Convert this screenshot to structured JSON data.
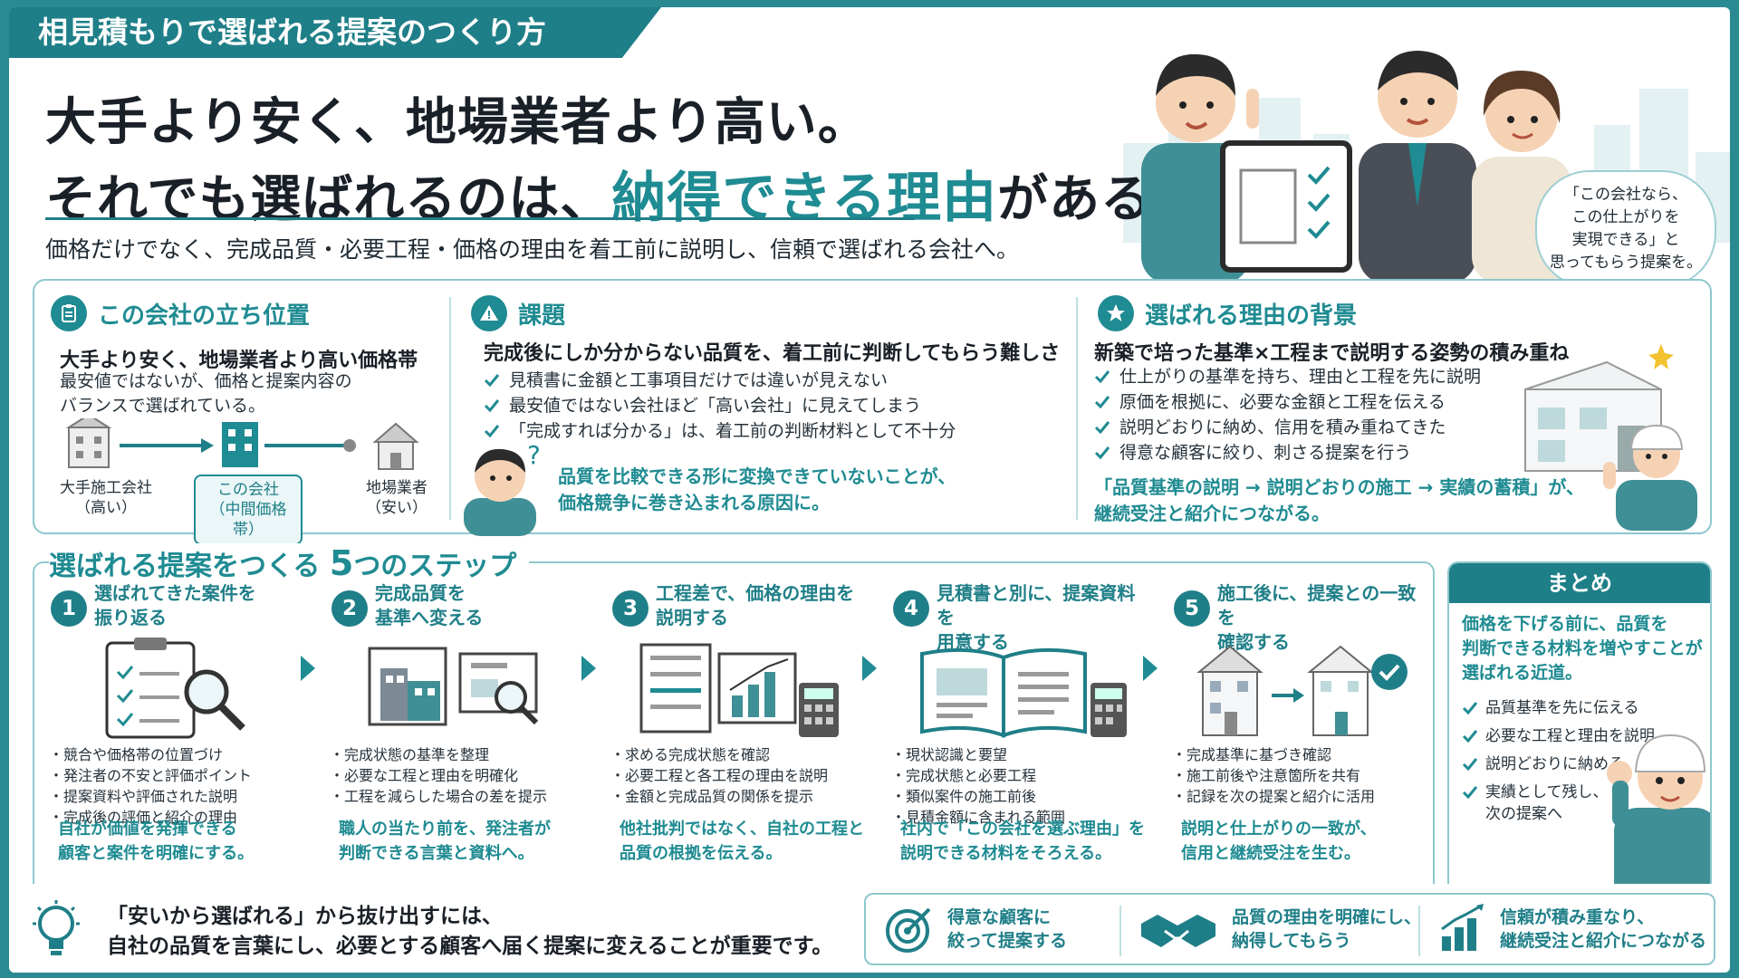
{
  "header": {
    "ribbon": "相見積もりで選ばれる提案のつくり方",
    "headline_1": "大手より安く、地場業者より高い。",
    "headline_2_pre": "それでも選ばれるのは、",
    "headline_2_hl": "納得できる理由",
    "headline_2_post": "があるから",
    "lead": "価格だけでなく、完成品質・必要工程・価格の理由を着工前に説明し、信頼で選ばれる会社へ。",
    "bubble": "「この会社なら、\nこの仕上がりを\n実現できる」と\n思ってもらう提案を。"
  },
  "position": {
    "title": "この会社の立ち位置",
    "subtitle": "大手より安く、地場業者より高い価格帯",
    "body": "最安値ではないが、価格と提案内容の\nバランスで選ばれている。",
    "items": [
      {
        "label": "大手施工会社\n（高い）"
      },
      {
        "label": "この会社\n（中間価格帯）"
      },
      {
        "label": "地場業者\n（安い）"
      }
    ]
  },
  "issue": {
    "title": "課題",
    "subtitle": "完成後にしか分からない品質を、着工前に判断してもらう難しさ",
    "checks": [
      "見積書に金額と工事項目だけでは違いが見えない",
      "最安値ではない会社ほど「高い会社」に見えてしまう",
      "「完成すれば分かる」は、着工前の判断材料として不十分"
    ],
    "note": "品質を比較できる形に変換できていないことが、\n価格競争に巻き込まれる原因に。"
  },
  "reason": {
    "title": "選ばれる理由の背景",
    "subtitle": "新築で培った基準×工程まで説明する姿勢の積み重ね",
    "checks": [
      "仕上がりの基準を持ち、理由と工程を先に説明",
      "原価を根拠に、必要な金額と工程を伝える",
      "説明どおりに納め、信用を積み重ねてきた",
      "得意な顧客に絞り、刺さる提案を行う"
    ],
    "note": "「品質基準の説明 → 説明どおりの施工 → 実績の蓄積」が、\n継続受注と紹介につながる。"
  },
  "steps": {
    "title_pre": "選ばれる提案をつくる",
    "title_big": "5",
    "title_post": "つのステップ",
    "items": [
      {
        "num": "1",
        "title": "選ばれてきた案件を\n振り返る",
        "bullets": [
          "競合や価格帯の位置づけ",
          "発注者の不安と評価ポイント",
          "提案資料や評価された説明",
          "完成後の評価と紹介の理由"
        ],
        "foot": "自社が価値を発揮できる\n顧客と案件を明確にする。"
      },
      {
        "num": "2",
        "title": "完成品質を\n基準へ変える",
        "bullets": [
          "完成状態の基準を整理",
          "必要な工程と理由を明確化",
          "工程を減らした場合の差を提示"
        ],
        "foot": "職人の当たり前を、発注者が\n判断できる言葉と資料へ。"
      },
      {
        "num": "3",
        "title": "工程差で、価格の理由を\n説明する",
        "bullets": [
          "求める完成状態を確認",
          "必要工程と各工程の理由を説明",
          "金額と完成品質の関係を提示"
        ],
        "foot": "他社批判ではなく、自社の工程と\n品質の根拠を伝える。"
      },
      {
        "num": "4",
        "title": "見積書と別に、提案資料を\n用意する",
        "bullets": [
          "現状認識と要望",
          "完成状態と必要工程",
          "類似案件の施工前後",
          "見積金額に含まれる範囲"
        ],
        "foot": "社内で「この会社を選ぶ理由」を\n説明できる材料をそろえる。"
      },
      {
        "num": "5",
        "title": "施工後に、提案との一致を\n確認する",
        "bullets": [
          "完成基準に基づき確認",
          "施工前後や注意箇所を共有",
          "記録を次の提案と紹介に活用"
        ],
        "foot": "説明と仕上がりの一致が、\n信用と継続受注を生む。"
      }
    ]
  },
  "summary": {
    "title": "まとめ",
    "lead": "価格を下げる前に、品質を\n判断できる材料を増やすことが\n選ばれる近道。",
    "checks": [
      "品質基準を先に伝える",
      "必要な工程と理由を説明",
      "説明どおりに納める",
      "実績として残し、\n次の提案へ"
    ]
  },
  "bottom": {
    "message": "「安いから選ばれる」から抜け出すには、\n自社の品質を言葉にし、必要とする顧客へ届く提案に変えることが重要です。",
    "cards": [
      "得意な顧客に\n絞って提案する",
      "品質の理由を明確にし、\n納得してもらう",
      "信頼が積み重なり、\n継続受注と紹介につながる"
    ]
  },
  "colors": {
    "accent": "#1f8b92",
    "accent_dark": "#1f7f88",
    "border": "#8ec7cc"
  }
}
